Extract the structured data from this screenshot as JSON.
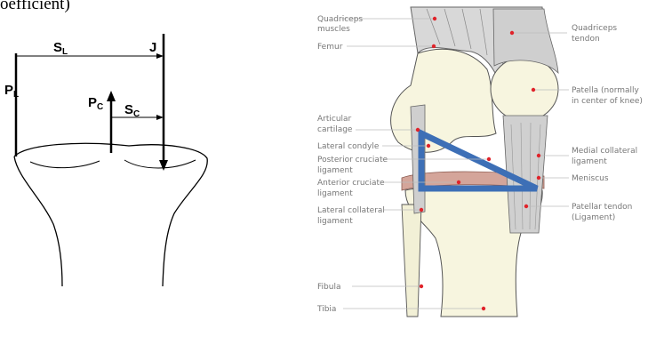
{
  "left": {
    "caption": "oefficient)",
    "labels": {
      "sl_main": "S",
      "sl_sub": "L",
      "j": "J",
      "pl_main": "P",
      "pl_sub": "L",
      "pc_main": "P",
      "pc_sub": "C",
      "sc_main": "S",
      "sc_sub": "C"
    }
  },
  "right": {
    "labels": {
      "quadriceps_muscles_1": "Quadriceps",
      "quadriceps_muscles_2": "muscles",
      "femur": "Femur",
      "articular_1": "Articular",
      "articular_2": "cartilage",
      "lateral_condyle": "Lateral condyle",
      "posterior_1": "Posterior cruciate",
      "posterior_2": "ligament",
      "anterior_1": "Anterior cruciate",
      "anterior_2": "ligament",
      "lateral_coll_1": "Lateral collateral",
      "lateral_coll_2": "ligament",
      "fibula": "Fibula",
      "tibia": "Tibia",
      "quad_tendon_1": "Quadriceps",
      "quad_tendon_2": "tendon",
      "patella_1": "Patella (normally",
      "patella_2": "in center of knee)",
      "medial_1": "Medial collateral",
      "medial_2": "ligament",
      "meniscus": "Meniscus",
      "patellar_1": "Patellar tendon",
      "patellar_2": "(Ligament)"
    },
    "colors": {
      "triangle": "#3d6fb6",
      "pointer": "#e0232a",
      "label": "#777777"
    }
  }
}
